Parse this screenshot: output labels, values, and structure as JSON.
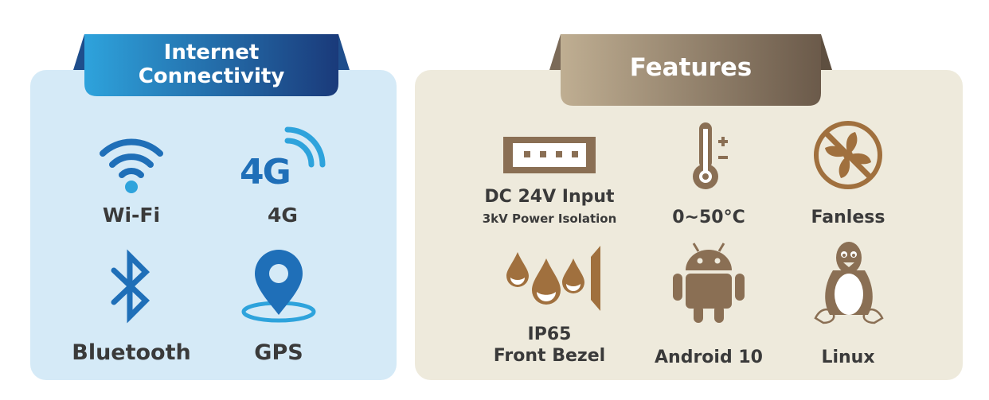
{
  "connectivity": {
    "title_line1": "Internet",
    "title_line2": "Connectivity",
    "items": [
      {
        "label": "Wi-Fi",
        "icon": "wifi-icon"
      },
      {
        "label": "4G",
        "icon": "4g-signal-icon",
        "icon_text": "4G"
      },
      {
        "label": "Bluetooth",
        "icon": "bluetooth-icon"
      },
      {
        "label": "GPS",
        "icon": "gps-pin-icon"
      }
    ]
  },
  "features": {
    "title": "Features",
    "items": [
      {
        "label": "DC 24V Input",
        "sublabel": "3kV Power Isolation",
        "icon": "power-connector-icon"
      },
      {
        "label": "0~50°C",
        "icon": "thermometer-icon"
      },
      {
        "label": "Fanless",
        "icon": "no-fan-icon"
      },
      {
        "label_line1": "IP65",
        "label_line2": "Front Bezel",
        "icon": "water-drops-icon"
      },
      {
        "label": "Android 10",
        "icon": "android-icon"
      },
      {
        "label": "Linux",
        "icon": "linux-penguin-icon"
      }
    ]
  },
  "colors": {
    "blue_panel_bg": "#d5eaf7",
    "blue_icon": "#1f6fb8",
    "blue_icon_light": "#2ea3dc",
    "brown_panel_bg": "#eeeadc",
    "brown_icon": "#8a6f54",
    "ribbon_blue_start": "#2ea3dc",
    "ribbon_blue_end": "#1a3a7a",
    "ribbon_brown_start": "#bfae92",
    "ribbon_brown_end": "#6b5a4a",
    "label_text": "#3a3a3a"
  }
}
